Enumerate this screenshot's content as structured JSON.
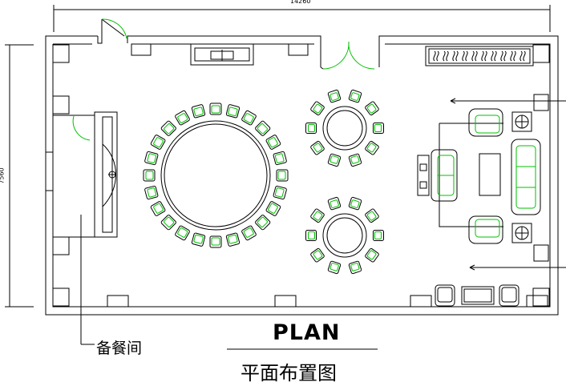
{
  "plan": {
    "title_en": "PLAN",
    "title_cn": "平面布置图",
    "room_label": "备餐间",
    "dimension_width": "14260",
    "dimension_height": "7560"
  },
  "furniture": {
    "large_table_seats": 24,
    "small_table_seats": 10,
    "small_table_count": 2
  },
  "colors": {
    "line": "#000000",
    "chair_accent": "#00c000",
    "background": "#ffffff"
  }
}
